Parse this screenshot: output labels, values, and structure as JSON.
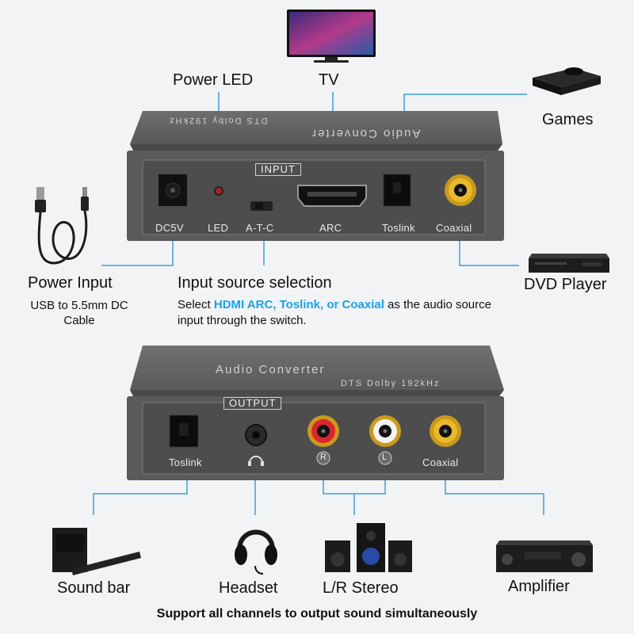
{
  "top": {
    "tv_label": "TV",
    "power_led_label": "Power LED",
    "games_label": "Games",
    "dvd_label": "DVD Player",
    "power_input_title": "Power Input",
    "power_input_desc_1": "USB to 5.5mm DC",
    "power_input_desc_2": "Cable",
    "input_sel_title": "Input source selection",
    "input_sel_desc_pre": "Select ",
    "input_sel_desc_hl": "HDMI ARC, Toslink, or Coaxial",
    "input_sel_desc_post": " as the audio source",
    "input_sel_desc_2": "input through the switch.",
    "panel_title": "INPUT",
    "ports": {
      "dc": "DC5V",
      "led": "LED",
      "switch": "A-T-C",
      "arc": "ARC",
      "toslink": "Toslink",
      "coaxial": "Coaxial"
    },
    "engrave_1": "Audio Converter",
    "engrave_2": "DTS Dolby 192kHz"
  },
  "bottom": {
    "panel_title": "OUTPUT",
    "engrave_1": "Audio Converter",
    "engrave_2": "DTS Dolby 192kHz",
    "ports": {
      "toslink": "Toslink",
      "r": "R",
      "l": "L",
      "coaxial": "Coaxial"
    },
    "devices": {
      "soundbar": "Sound bar",
      "headset": "Headset",
      "stereo": "L/R Stereo",
      "amplifier": "Amplifier"
    },
    "footer": "Support all channels to output sound simultaneously"
  },
  "colors": {
    "accent_line": "#3aa0d8",
    "highlight": "#1aa3e8",
    "box": "#545454"
  }
}
